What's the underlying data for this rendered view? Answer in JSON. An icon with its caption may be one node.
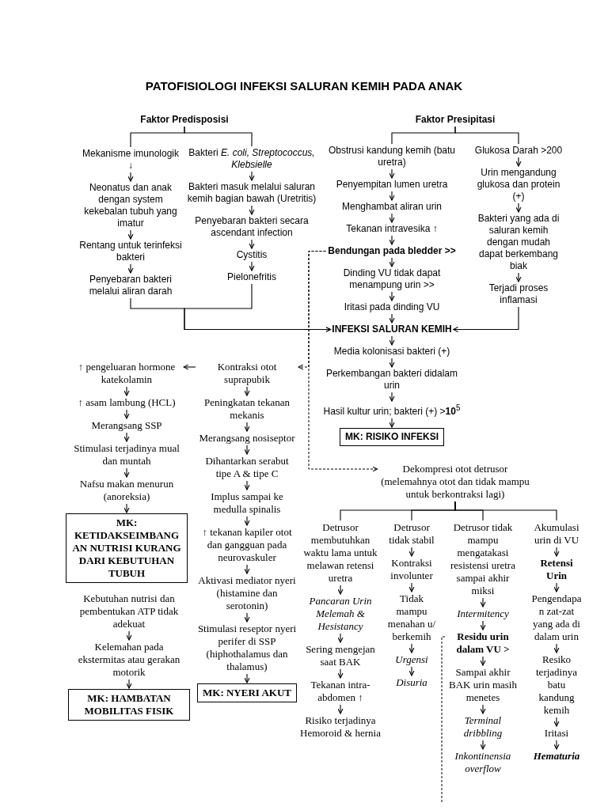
{
  "diagram": {
    "title": "PATOFISIOLOGI INFEKSI SALURAN KEMIH PADA ANAK",
    "nodes": [
      {
        "text": [
          "Faktor Predisposisi"
        ]
      },
      {
        "text": [
          "Mekanisme imunologik ↓"
        ]
      },
      {
        "text": [
          "Neonatus dan anak dengan system kekebalan tubuh yang imatur"
        ]
      },
      {
        "text": [
          "Rentang untuk terinfeksi bakteri"
        ]
      },
      {
        "text": [
          "Penyebaran bakteri melalui aliran darah"
        ]
      },
      {
        "text": [
          "Bakteri *E. coli, Streptococcus, Klebsielle*"
        ]
      },
      {
        "text": [
          "Bakteri masuk melalui saluran kemih bagian bawah (Uretritis)"
        ]
      },
      {
        "text": [
          "Penyebaran bakteri secara ascendant infection"
        ]
      },
      {
        "text": [
          "Cystitis"
        ]
      },
      {
        "text": [
          "Pielonefritis"
        ]
      },
      {
        "text": [
          "Faktor Presipitasi"
        ]
      },
      {
        "text": [
          "Obstrusi kandung kemih (batu uretra)"
        ]
      },
      {
        "text": [
          "Penyempitan lumen uretra"
        ]
      },
      {
        "text": [
          "Menghambat aliran urin"
        ]
      },
      {
        "text": [
          "Tekanan intravesika ↑"
        ]
      },
      {
        "text": [
          "Bendungan pada bledder >>"
        ]
      },
      {
        "text": [
          "Dinding VU tidak dapat menampung urin >>"
        ]
      },
      {
        "text": [
          "Iritasi pada dinding VU"
        ]
      },
      {
        "text": [
          "Glukosa Darah >200"
        ]
      },
      {
        "text": [
          "Urin mengandung glukosa dan protein (+)"
        ]
      },
      {
        "text": [
          "Bakteri yang ada di saluran kemih dengan mudah dapat berkembang biak"
        ]
      },
      {
        "text": [
          "Terjadi proses inflamasi"
        ]
      },
      {
        "text": [
          "INFEKSI SALURAN KEMIH"
        ]
      },
      {
        "text": [
          "Media kolonisasi bakteri (+)"
        ]
      },
      {
        "text": [
          "Perkembangan bakteri didalam urin"
        ]
      },
      {
        "text": [
          "Hasil kultur urin; bakteri (+) >**10**$^{5}$"
        ]
      },
      {
        "text": [
          "MK: RISIKO INFEKSI"
        ]
      },
      {
        "text": [
          "Kontraksi otot suprapubik"
        ]
      },
      {
        "text": [
          "Peningkatan tekanan mekanis"
        ]
      },
      {
        "text": [
          "Merangsang nosiseptor"
        ]
      },
      {
        "text": [
          "Dihantarkan serabut tipe A & tipe C"
        ]
      },
      {
        "text": [
          "Implus sampai ke medulla spinalis"
        ]
      },
      {
        "text": [
          "↑ tekanan kapiler otot dan gangguan pada neurovaskuler"
        ]
      },
      {
        "text": [
          "Aktivasi mediator nyeri (histamine dan serotonin)"
        ]
      },
      {
        "text": [
          "Stimulasi reseptor nyeri perifer di SSP (hiphothalamus dan thalamus)"
        ]
      },
      {
        "text": [
          "MK: NYERI AKUT"
        ]
      },
      {
        "text": [
          "↑ pengeluaran hormone katekolamin"
        ]
      },
      {
        "text": [
          "↑ asam lambung (HCL)"
        ]
      },
      {
        "text": [
          "Merangsang SSP"
        ]
      },
      {
        "text": [
          "Stimulasi terjadinya mual dan muntah"
        ]
      },
      {
        "text": [
          "Nafsu makan menurun (anoreksia)"
        ]
      },
      {
        "text": [
          "MK: KETIDAKSEIMBANGAN NUTRISI KURANG DARI KEBUTUHAN TUBUH"
        ]
      },
      {
        "text": [
          "Kebutuhan nutrisi dan pembentukan ATP tidak adekuat"
        ]
      },
      {
        "text": [
          "Kelemahan pada ekstermitas atau gerakan motorik"
        ]
      },
      {
        "text": [
          "MK: HAMBATAN MOBILITAS FISIK"
        ]
      },
      {
        "text": [
          "Dekompresi otot detrusor (melemahnya otot dan tidak mampu untuk berkontraksi lagi)"
        ]
      },
      {
        "text": [
          "Detrusor membutuhkan waktu lama untuk melawan retensi uretra"
        ]
      },
      {
        "text": [
          "Pancaran Urin Melemah & Hesistancy"
        ]
      },
      {
        "text": [
          "Sering mengejan saat BAK"
        ]
      },
      {
        "text": [
          "Tekanan intra-abdomen ↑"
        ]
      },
      {
        "text": [
          "Risiko terjadinya Hemoroid & hernia"
        ]
      },
      {
        "text": [
          "Detrusor tidak stabil"
        ]
      },
      {
        "text": [
          "Kontraksi involunter"
        ]
      },
      {
        "text": [
          "Tidak mampu menahan u/ berkemih"
        ]
      },
      {
        "text": [
          "Urgensi"
        ]
      },
      {
        "text": [
          "Disuria"
        ]
      },
      {
        "text": [
          "Detrusor tidak mampu mengatakasi resistensi uretra sampai akhir miksi"
        ]
      },
      {
        "text": [
          "Intermitency"
        ]
      },
      {
        "text": [
          "Residu urin dalam VU >"
        ]
      },
      {
        "text": [
          "Sampai akhir BAK urin masih menetes"
        ]
      },
      {
        "text": [
          "Terminal dribbling"
        ]
      },
      {
        "text": [
          "Inkontinensia overflow"
        ]
      },
      {
        "text": [
          "Akumulasi urin di VU"
        ]
      },
      {
        "text": [
          "Retensi Urin"
        ]
      },
      {
        "text": [
          "Pengendapan zat-zat yang ada di dalam urin"
        ]
      },
      {
        "text": [
          "Resiko terjadinya batu kandung kemih"
        ]
      },
      {
        "text": [
          "Iritasi"
        ]
      },
      {
        "text": [
          "Hematuria"
        ]
      }
    ],
    "edges": [
      {
        "from": 0,
        "to": 1,
        "arrow": "none"
      },
      {
        "from": 0,
        "to": 5,
        "arrow": "none"
      },
      {
        "from": 1,
        "to": 2,
        "arrow": "to"
      },
      {
        "from": 2,
        "to": 3,
        "arrow": "to"
      },
      {
        "from": 3,
        "to": 4,
        "arrow": "to"
      },
      {
        "from": 5,
        "to": 6,
        "arrow": "to"
      },
      {
        "from": 6,
        "to": 7,
        "arrow": "to"
      },
      {
        "from": 7,
        "to": 8,
        "arrow": "to"
      },
      {
        "from": 8,
        "to": 9,
        "arrow": "to"
      },
      {
        "from": 4,
        "to": 22,
        "arrow": "to"
      },
      {
        "from": 9,
        "to": 22,
        "arrow": "to"
      },
      {
        "from": 10,
        "to": 11,
        "arrow": "none"
      },
      {
        "from": 10,
        "to": 18,
        "arrow": "none"
      },
      {
        "from": 11,
        "to": 12,
        "arrow": "to"
      },
      {
        "from": 12,
        "to": 13,
        "arrow": "to"
      },
      {
        "from": 13,
        "to": 14,
        "arrow": "to"
      },
      {
        "from": 14,
        "to": 15,
        "arrow": "to"
      },
      {
        "from": 15,
        "to": 16,
        "arrow": "to"
      },
      {
        "from": 16,
        "to": 17,
        "arrow": "to"
      },
      {
        "from": 17,
        "to": 22,
        "arrow": "to"
      },
      {
        "from": 18,
        "to": 19,
        "arrow": "to"
      },
      {
        "from": 19,
        "to": 20,
        "arrow": "to"
      },
      {
        "from": 20,
        "to": 21,
        "arrow": "to"
      },
      {
        "from": 21,
        "to": 22,
        "arrow": "to"
      },
      {
        "from": 22,
        "to": 23,
        "arrow": "to"
      },
      {
        "from": 23,
        "to": 24,
        "arrow": "to"
      },
      {
        "from": 24,
        "to": 25,
        "arrow": "to"
      },
      {
        "from": 25,
        "to": 26,
        "arrow": "to"
      },
      {
        "from": 15,
        "to": 27,
        "arrow": "to",
        "style": "dashed"
      },
      {
        "from": 15,
        "to": 45,
        "arrow": "to",
        "style": "dashed"
      },
      {
        "from": 27,
        "to": 36,
        "arrow": "to"
      },
      {
        "from": 36,
        "to": 37,
        "arrow": "to"
      },
      {
        "from": 37,
        "to": 38,
        "arrow": "to"
      },
      {
        "from": 38,
        "to": 39,
        "arrow": "to"
      },
      {
        "from": 39,
        "to": 40,
        "arrow": "to"
      },
      {
        "from": 40,
        "to": 41,
        "arrow": "to"
      },
      {
        "from": 27,
        "to": 28,
        "arrow": "to"
      },
      {
        "from": 28,
        "to": 29,
        "arrow": "to"
      },
      {
        "from": 29,
        "to": 30,
        "arrow": "to"
      },
      {
        "from": 30,
        "to": 31,
        "arrow": "to"
      },
      {
        "from": 31,
        "to": 32,
        "arrow": "to"
      },
      {
        "from": 32,
        "to": 33,
        "arrow": "to"
      },
      {
        "from": 33,
        "to": 34,
        "arrow": "to"
      },
      {
        "from": 34,
        "to": 35,
        "arrow": "to"
      },
      {
        "from": 42,
        "to": 43,
        "arrow": "to"
      },
      {
        "from": 43,
        "to": 44,
        "arrow": "to"
      },
      {
        "from": 45,
        "to": 46,
        "arrow": "none"
      },
      {
        "from": 45,
        "to": 51,
        "arrow": "none"
      },
      {
        "from": 45,
        "to": 56,
        "arrow": "none"
      },
      {
        "from": 45,
        "to": 62,
        "arrow": "none"
      },
      {
        "from": 46,
        "to": 47,
        "arrow": "to"
      },
      {
        "from": 47,
        "to": 48,
        "arrow": "to"
      },
      {
        "from": 48,
        "to": 49,
        "arrow": "to"
      },
      {
        "from": 49,
        "to": 50,
        "arrow": "to"
      },
      {
        "from": 51,
        "to": 52,
        "arrow": "to"
      },
      {
        "from": 52,
        "to": 53,
        "arrow": "to"
      },
      {
        "from": 53,
        "to": 54,
        "arrow": "to"
      },
      {
        "from": 54,
        "to": 55,
        "arrow": "to"
      },
      {
        "from": 56,
        "to": 57,
        "arrow": "to"
      },
      {
        "from": 57,
        "to": 58,
        "arrow": "to"
      },
      {
        "from": 58,
        "to": 59,
        "arrow": "to"
      },
      {
        "from": 59,
        "to": 60,
        "arrow": "to"
      },
      {
        "from": 60,
        "to": 61,
        "arrow": "to"
      },
      {
        "from": 58,
        "to": null,
        "arrow": "none",
        "style": "dashed"
      },
      {
        "from": 62,
        "to": 63,
        "arrow": "to"
      },
      {
        "from": 63,
        "to": 64,
        "arrow": "to"
      },
      {
        "from": 64,
        "to": 65,
        "arrow": "to"
      },
      {
        "from": 65,
        "to": 66,
        "arrow": "to"
      },
      {
        "from": 66,
        "to": 67,
        "arrow": "to"
      }
    ]
  }
}
